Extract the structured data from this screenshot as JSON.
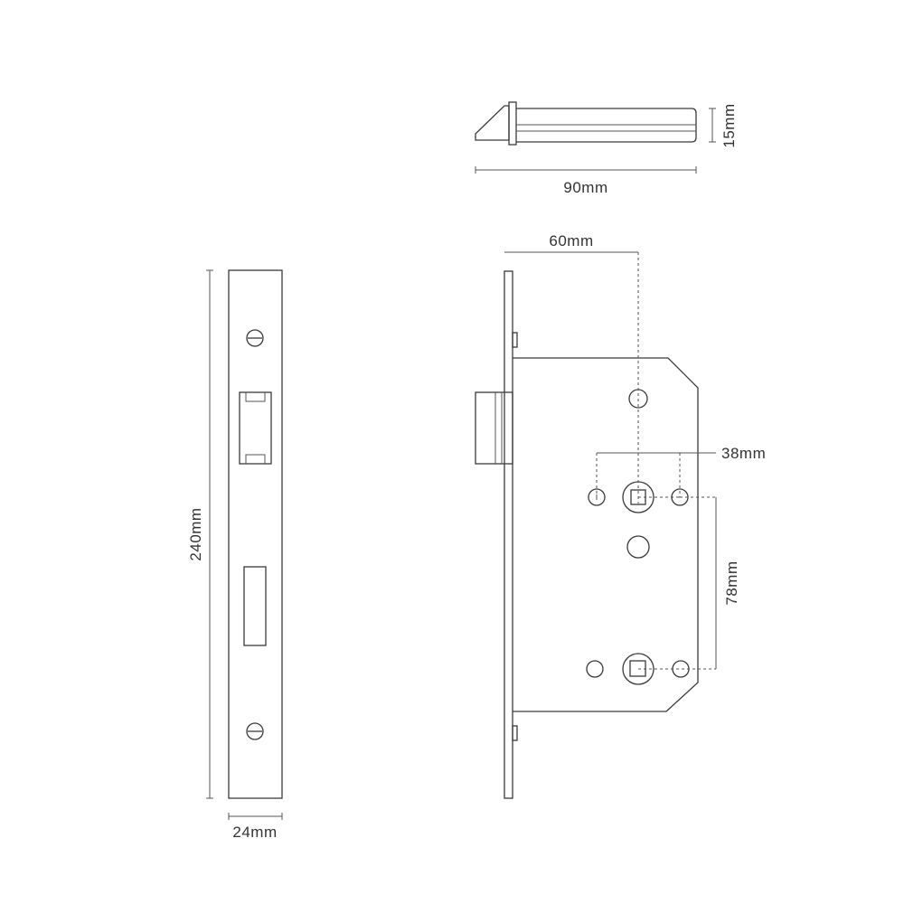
{
  "dimensions": {
    "bolt_height": "15mm",
    "bolt_length": "90mm",
    "backset": "60mm",
    "fixing_centers": "38mm",
    "center_to_center": "78mm",
    "faceplate_height": "240mm",
    "faceplate_width": "24mm"
  },
  "colors": {
    "line": "#3a3a3a",
    "background": "#ffffff"
  }
}
